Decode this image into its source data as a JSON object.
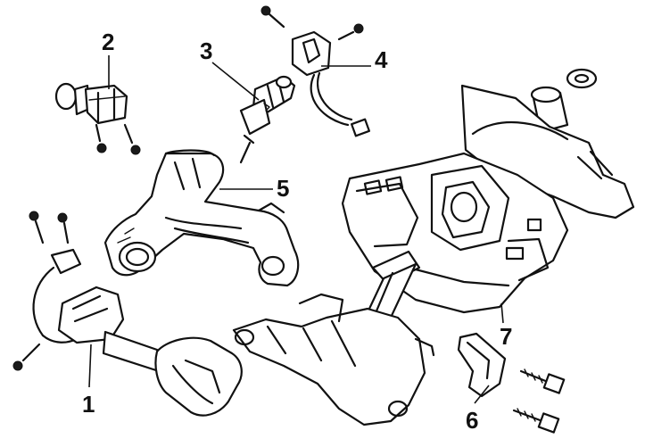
{
  "callouts": [
    {
      "id": "c1",
      "label": "1"
    },
    {
      "id": "c2",
      "label": "2"
    },
    {
      "id": "c3",
      "label": "3"
    },
    {
      "id": "c4",
      "label": "4"
    },
    {
      "id": "c5",
      "label": "5"
    },
    {
      "id": "c6",
      "label": "6"
    },
    {
      "id": "c7",
      "label": "7"
    }
  ],
  "colors": {
    "ink": "#111111",
    "paper": "#ffffff"
  }
}
